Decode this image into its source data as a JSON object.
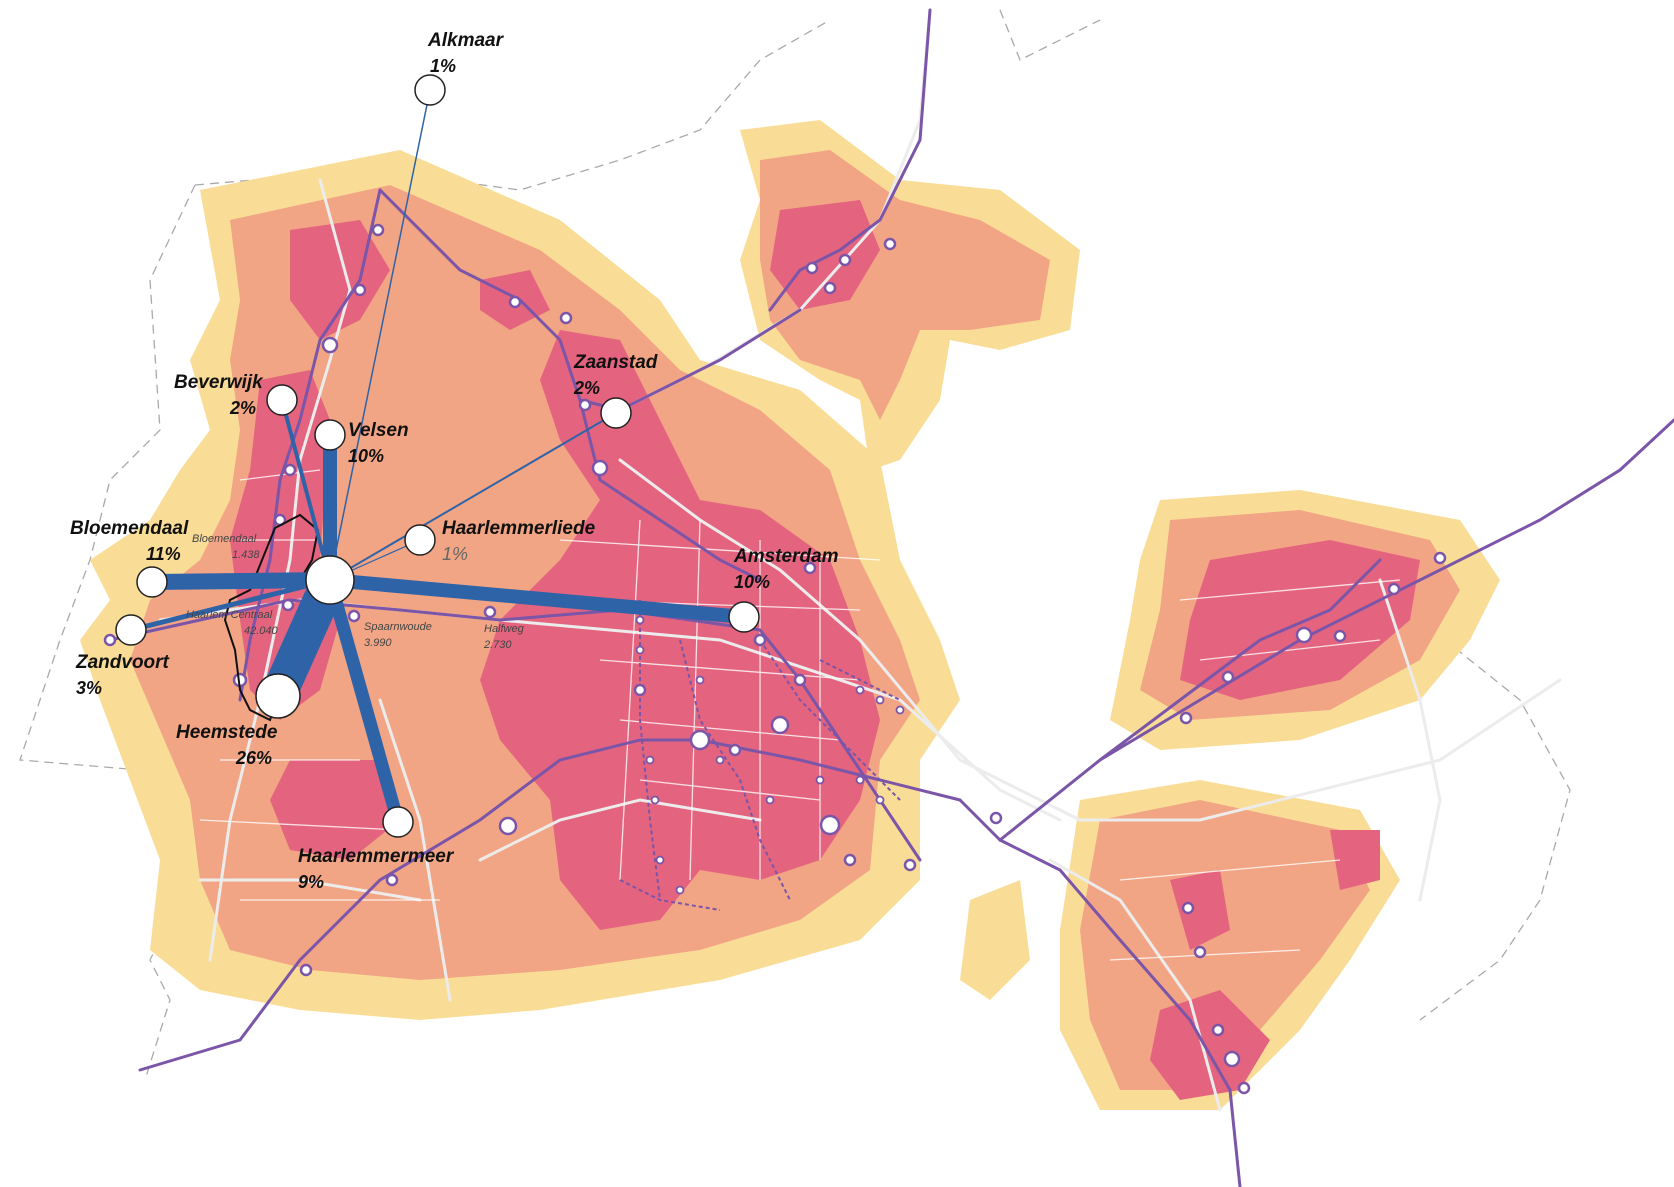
{
  "colors": {
    "heat_low": "#f9dd97",
    "heat_mid": "#f2a585",
    "heat_high": "#e4647f",
    "rail": "#7a55a8",
    "flow": "#2e63a8",
    "road": "#e9e9e9",
    "border": "#9a9a9a"
  },
  "destinations": [
    {
      "id": "alkmaar",
      "name": "Alkmaar",
      "share": "1%"
    },
    {
      "id": "beverwijk",
      "name": "Beverwijk",
      "share": "2%"
    },
    {
      "id": "velsen",
      "name": "Velsen",
      "share": "10%"
    },
    {
      "id": "zaanstad",
      "name": "Zaanstad",
      "share": "2%"
    },
    {
      "id": "haarlemmerliede",
      "name": "Haarlemmerliede",
      "share": "1%"
    },
    {
      "id": "bloemendaal",
      "name": "Bloemendaal",
      "share": "11%"
    },
    {
      "id": "amsterdam",
      "name": "Amsterdam",
      "share": "10%"
    },
    {
      "id": "zandvoort",
      "name": "Zandvoort",
      "share": "3%"
    },
    {
      "id": "heemstede",
      "name": "Heemstede",
      "share": "26%"
    },
    {
      "id": "haarlemmermeer",
      "name": "Haarlemmermeer",
      "share": "9%"
    }
  ],
  "stations": [
    {
      "id": "bloemendaal",
      "name": "Bloemendaal",
      "value": "1.438"
    },
    {
      "id": "haarlem-centraal",
      "name": "Haarlem Centraal",
      "value": "42.040"
    },
    {
      "id": "spaarnwoude",
      "name": "Spaarnwoude",
      "value": "3.990"
    },
    {
      "id": "halfweg",
      "name": "Halfweg",
      "value": "2.730"
    }
  ]
}
